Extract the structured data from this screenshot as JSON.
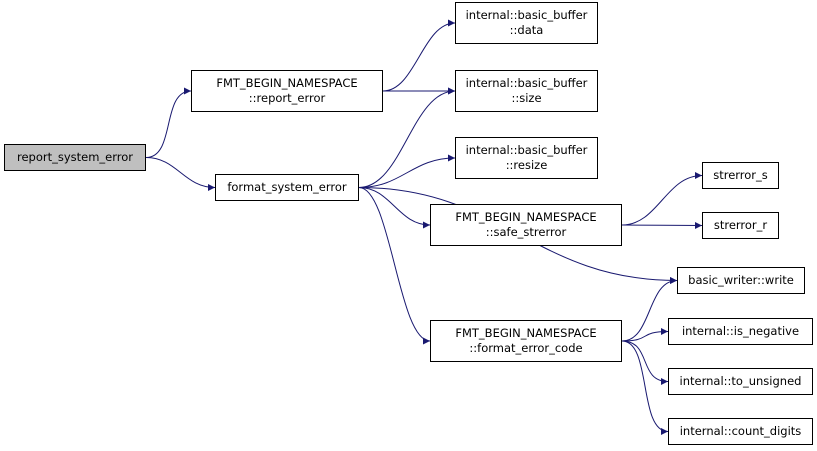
{
  "graph": {
    "edge_color": "#191970",
    "root_fill": "#bfbfbf",
    "nodes": {
      "report_system_error": {
        "lines": [
          "report_system_error"
        ]
      },
      "report_error": {
        "lines": [
          "FMT_BEGIN_NAMESPACE",
          "::report_error"
        ]
      },
      "format_system_error": {
        "lines": [
          "format_system_error"
        ]
      },
      "basic_buffer_data": {
        "lines": [
          "internal::basic_buffer",
          "::data"
        ]
      },
      "basic_buffer_size": {
        "lines": [
          "internal::basic_buffer",
          "::size"
        ]
      },
      "basic_buffer_resize": {
        "lines": [
          "internal::basic_buffer",
          "::resize"
        ]
      },
      "safe_strerror": {
        "lines": [
          "FMT_BEGIN_NAMESPACE",
          "::safe_strerror"
        ]
      },
      "format_error_code": {
        "lines": [
          "FMT_BEGIN_NAMESPACE",
          "::format_error_code"
        ]
      },
      "strerror_s": {
        "lines": [
          "strerror_s"
        ]
      },
      "strerror_r": {
        "lines": [
          "strerror_r"
        ]
      },
      "basic_writer_write": {
        "lines": [
          "basic_writer::write"
        ]
      },
      "is_negative": {
        "lines": [
          "internal::is_negative"
        ]
      },
      "to_unsigned": {
        "lines": [
          "internal::to_unsigned"
        ]
      },
      "count_digits": {
        "lines": [
          "internal::count_digits"
        ]
      }
    },
    "edges": [
      [
        "report_system_error",
        "report_error"
      ],
      [
        "report_system_error",
        "format_system_error"
      ],
      [
        "report_error",
        "basic_buffer_data"
      ],
      [
        "report_error",
        "basic_buffer_size"
      ],
      [
        "format_system_error",
        "basic_buffer_size"
      ],
      [
        "format_system_error",
        "basic_buffer_resize"
      ],
      [
        "format_system_error",
        "safe_strerror"
      ],
      [
        "format_system_error",
        "basic_writer_write"
      ],
      [
        "format_system_error",
        "format_error_code"
      ],
      [
        "safe_strerror",
        "strerror_s"
      ],
      [
        "safe_strerror",
        "strerror_r"
      ],
      [
        "format_error_code",
        "basic_writer_write"
      ],
      [
        "format_error_code",
        "is_negative"
      ],
      [
        "format_error_code",
        "to_unsigned"
      ],
      [
        "format_error_code",
        "count_digits"
      ]
    ]
  }
}
